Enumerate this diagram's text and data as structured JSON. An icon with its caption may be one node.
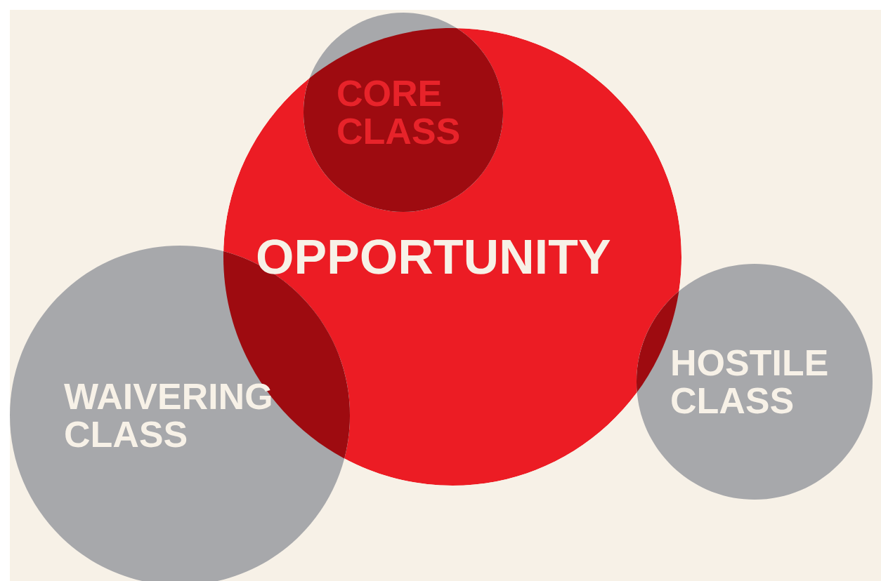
{
  "diagram": {
    "nodes": [
      {
        "text": [
          "CORE CLASS"
        ]
      },
      {
        "text": [
          "OPPORTUNITY"
        ]
      },
      {
        "text": [
          "WAIVERING CLASS"
        ]
      },
      {
        "text": [
          "HOSTILE CLASS"
        ]
      }
    ]
  }
}
